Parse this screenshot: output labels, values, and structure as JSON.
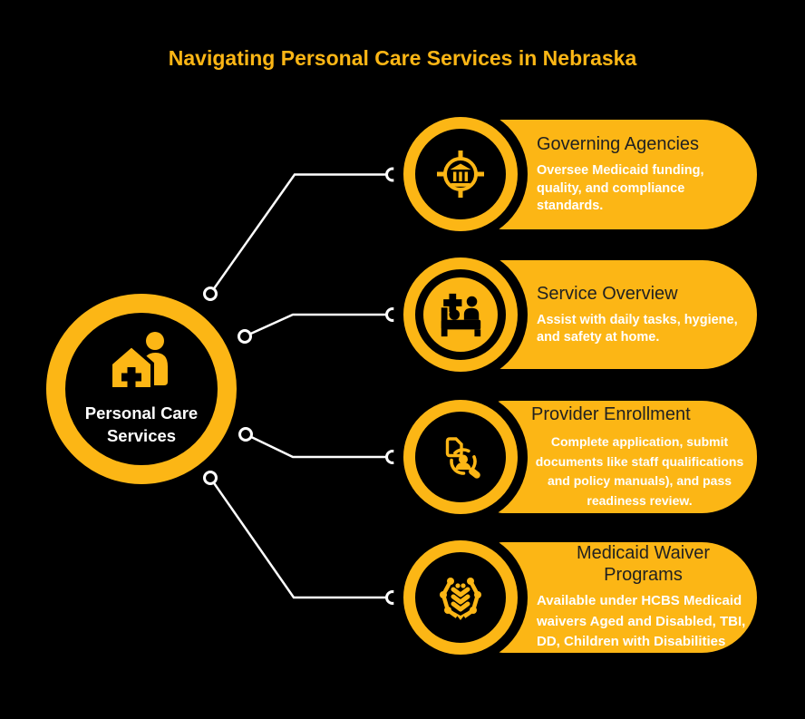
{
  "header": {
    "title": "Navigating Personal Care Services in Nebraska"
  },
  "colors": {
    "accent_yellow": "#FCB615",
    "background": "#000000",
    "card_title_text": "#212121",
    "card_description_text": "#FFFFFF",
    "connector_line": "#FFFFFF"
  },
  "hub": {
    "label": "Personal Care Services",
    "icon": "home-care-icon"
  },
  "cards": [
    {
      "title": "Governing Agencies",
      "description": "Oversee Medicaid funding, quality, and compliance standards.",
      "icon": "governing-agencies-icon"
    },
    {
      "title": "Service Overview",
      "description": "Assist with daily tasks, hygiene, and safety at home.",
      "icon": "service-overview-icon"
    },
    {
      "title": "Provider Enrollment",
      "description": "Complete application, submit documents like staff qualifications and policy manuals), and pass readiness review.",
      "icon": "provider-enrollment-icon"
    },
    {
      "title": "Medicaid Waiver Programs",
      "description": "Available under HCBS Medicaid waivers Aged and Disabled, TBI, DD, Children with Disabilities",
      "icon": "medicaid-waiver-icon"
    }
  ]
}
